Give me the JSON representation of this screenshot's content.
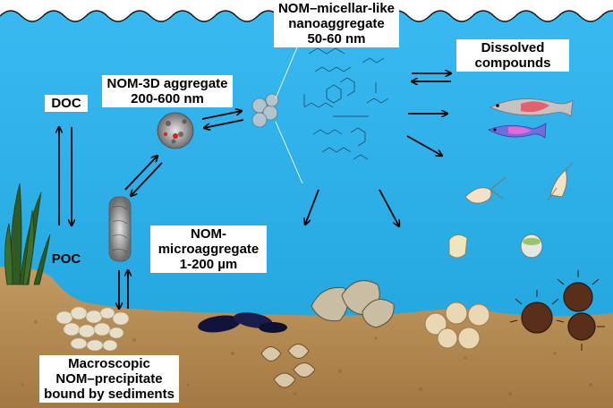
{
  "labels": {
    "micellar": [
      "NOM–micellar-like",
      "nanoaggregate",
      "50-60 nm"
    ],
    "dissolved": [
      "Dissolved",
      "compounds"
    ],
    "aggregate3d": [
      "NOM-3D aggregate",
      "200-600 nm"
    ],
    "doc": "DOC",
    "poc": "POC",
    "micro": [
      "NOM-",
      "microaggregate",
      "1-200 µm"
    ],
    "precipitate": [
      "Macroscopic",
      "NOM–precipitate",
      "bound by sediments"
    ]
  },
  "colors": {
    "water": "#2fb0ea",
    "water_deep": "#27a4df",
    "sky": "#ffffff",
    "sediment": "#b3874f",
    "sediment_dark": "#8a6535",
    "arrow": "#000000",
    "seagrass": "#2f5a22"
  },
  "icons": [
    "seagrass-icon",
    "fish-icon",
    "shrimp-icon",
    "urchin-icon",
    "mussel-icon",
    "clam-icon",
    "oyster-icon",
    "larva-icon"
  ]
}
